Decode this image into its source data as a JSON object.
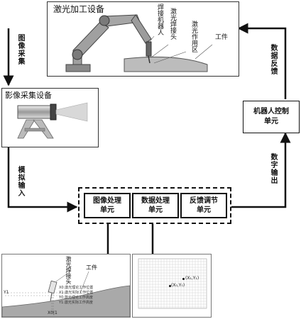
{
  "laser_box": {
    "title": "激光加工设备",
    "robot_label": "焊接机器人",
    "torch_label": "激光焊接头",
    "zone_label": "激光作用区",
    "workpiece_label": "工件"
  },
  "capture_box": {
    "title": "影像采集设备"
  },
  "robot_ctrl": {
    "label_line1": "机器人控制",
    "label_line2": "单元"
  },
  "arrows": {
    "image_capture": "图像采集",
    "analog_input": "模拟输入",
    "data_feedback": "数据反馈",
    "digital_output": "数字输出"
  },
  "units": [
    {
      "line1": "图像处理",
      "line2": "单元"
    },
    {
      "line1": "数据处理",
      "line2": "单元"
    },
    {
      "line1": "反馈调节",
      "line2": "单元"
    }
  ],
  "bottom_left": {
    "torch_label": "激光焊接头",
    "workpiece_label": "工件",
    "x_marker": "X0|1",
    "y_marker": "Y1",
    "legend": [
      "X0:激光理论工作位置",
      "X1:激光实际工作位置",
      "Y0:激光理论工作高度",
      "Y1:激光实际工作高度"
    ]
  },
  "bottom_right": {
    "point_a": "(X₁,Y₁)",
    "point_b": "(X₀,Y₀)"
  },
  "colors": {
    "line": "#111111",
    "robot_gray": "#8a8a8a",
    "dashed_border": "#111111",
    "grid": "#cccccc"
  }
}
